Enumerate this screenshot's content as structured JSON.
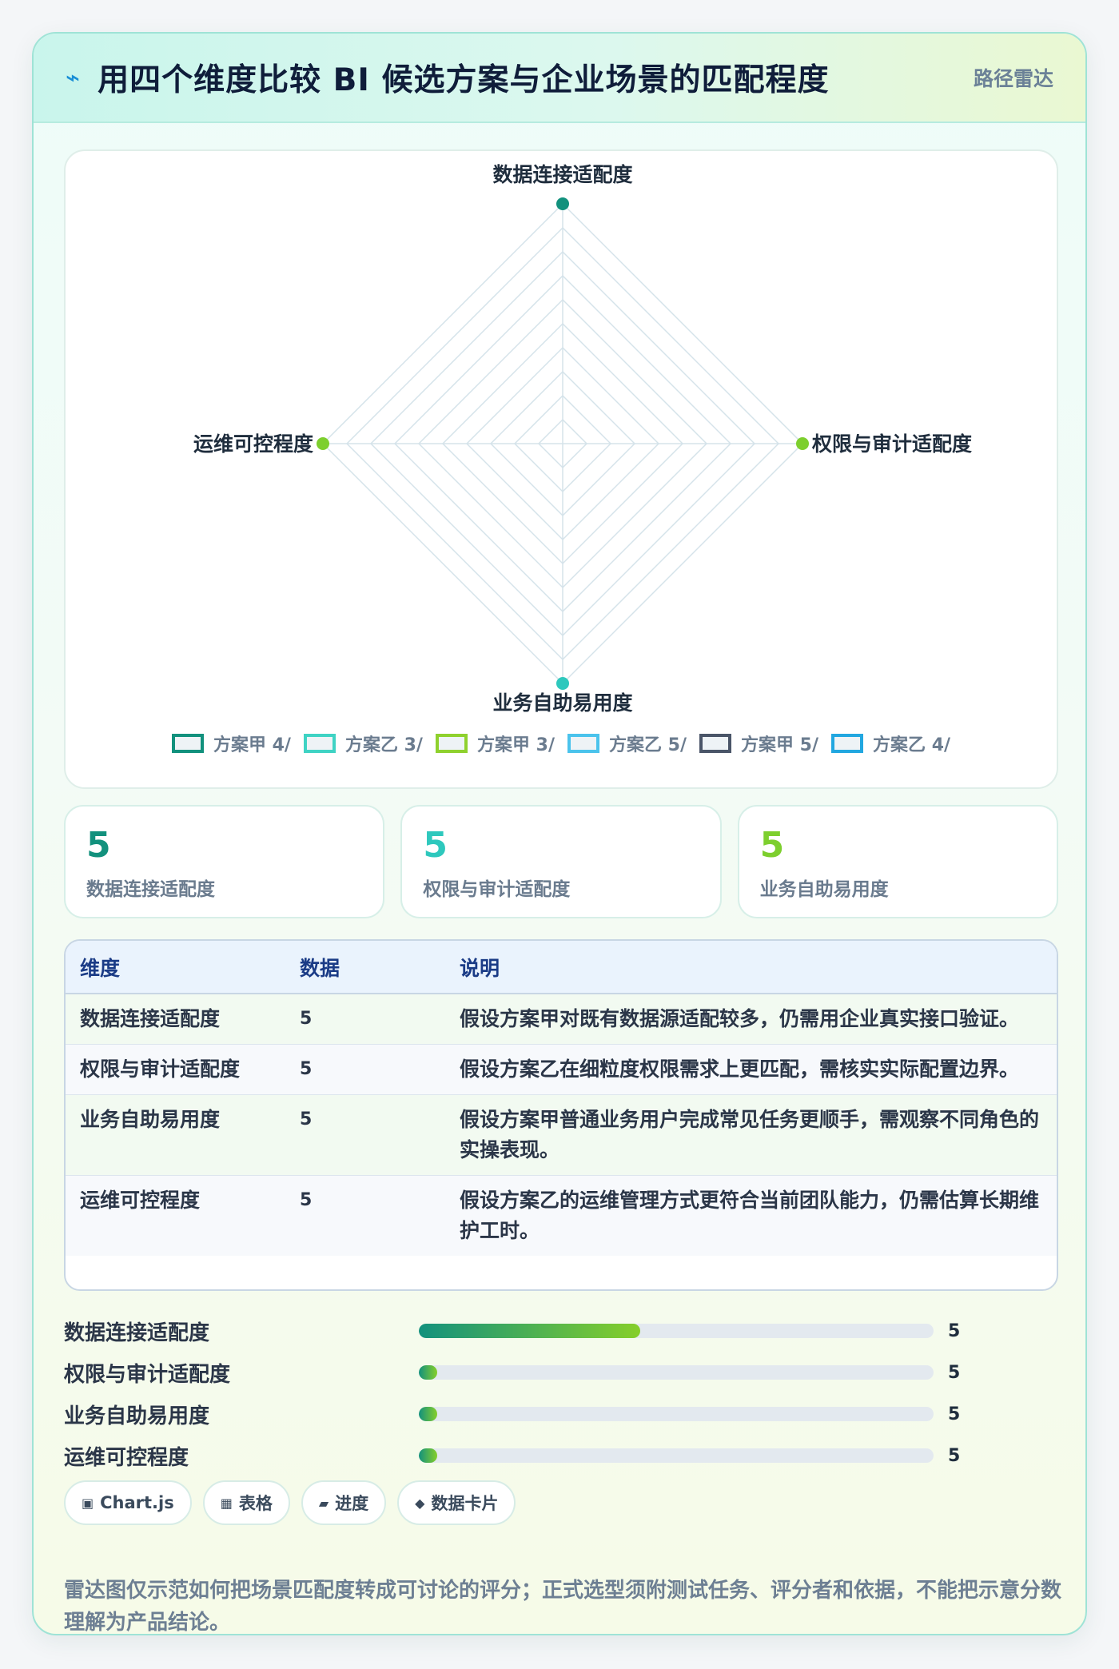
{
  "header": {
    "icon": "bolt-icon",
    "title": "用四个维度比较 BI 候选方案与企业场景的匹配程度",
    "tag": "路径雷达"
  },
  "chart_data": {
    "type": "radar",
    "axes": [
      "数据连接适配度",
      "权限与审计适配度",
      "业务自助易用度",
      "运维可控程度"
    ],
    "values": [
      5,
      5,
      5,
      5
    ],
    "max": 5,
    "levels": 10,
    "point_colors": [
      "#12917d",
      "#7dcf2e",
      "#2ec8bd",
      "#7dcf2e"
    ],
    "legend": [
      {
        "label": "方案甲 4/",
        "color": "#12917d"
      },
      {
        "label": "方案乙 3/",
        "color": "#3fd3c4"
      },
      {
        "label": "方案甲 3/",
        "color": "#8fd12e"
      },
      {
        "label": "方案乙 5/",
        "color": "#4bc3ec"
      },
      {
        "label": "方案甲 5/",
        "color": "#4a5568"
      },
      {
        "label": "方案乙 4/",
        "color": "#22a7e0"
      }
    ]
  },
  "stats": [
    {
      "value": "5",
      "label": "数据连接适配度",
      "color": "#12917d"
    },
    {
      "value": "5",
      "label": "权限与审计适配度",
      "color": "#2ec8bd"
    },
    {
      "value": "5",
      "label": "业务自助易用度",
      "color": "#7dcf2e"
    }
  ],
  "table": {
    "headers": [
      "维度",
      "数据",
      "说明"
    ],
    "rows": [
      {
        "dim": "数据连接适配度",
        "value": "5",
        "desc": "假设方案甲对既有数据源适配较多，仍需用企业真实接口验证。"
      },
      {
        "dim": "权限与审计适配度",
        "value": "5",
        "desc": "假设方案乙在细粒度权限需求上更匹配，需核实实际配置边界。"
      },
      {
        "dim": "业务自助易用度",
        "value": "5",
        "desc": "假设方案甲普通业务用户完成常见任务更顺手，需观察不同角色的实操表现。"
      },
      {
        "dim": "运维可控程度",
        "value": "5",
        "desc": "假设方案乙的运维管理方式更符合当前团队能力，仍需估算长期维护工时。"
      }
    ]
  },
  "progress": [
    {
      "label": "数据连接适配度",
      "value": "5",
      "fill": 0.43
    },
    {
      "label": "权限与审计适配度",
      "value": "5",
      "fill": 0.035
    },
    {
      "label": "业务自助易用度",
      "value": "5",
      "fill": 0.035
    },
    {
      "label": "运维可控程度",
      "value": "5",
      "fill": 0.035
    }
  ],
  "chips": [
    {
      "icon": "▣",
      "label": "Chart.js"
    },
    {
      "icon": "▦",
      "label": "表格"
    },
    {
      "icon": "▰",
      "label": "进度"
    },
    {
      "icon": "◆",
      "label": "数据卡片"
    }
  ],
  "note": "雷达图仅示范如何把场景匹配度转成可讨论的评分；正式选型须附测试任务、评分者和依据，不能把示意分数理解为产品结论。"
}
